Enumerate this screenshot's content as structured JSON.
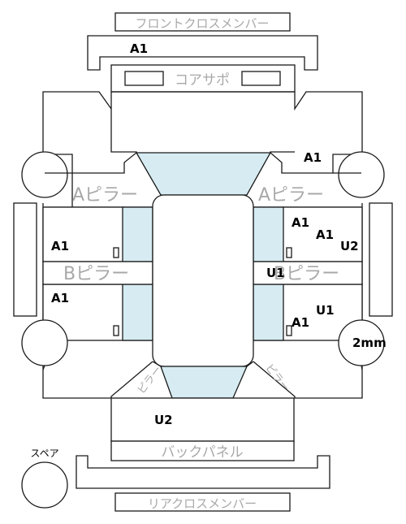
{
  "labels": {
    "front_cross_member": "フロントクロスメンバー",
    "core_support": "コアサポ",
    "a_pillar": "Aピラー",
    "b_pillar": "Bピラー",
    "back_panel": "バックパネル",
    "rear_cross_member": "リアクロスメンバー",
    "spare": "スペア",
    "pillar_c": "ピラー"
  },
  "codes": {
    "front_member": "A1",
    "a_pillar_right": "A1",
    "left_front_door": "A1",
    "left_rear_door": "A1",
    "right_front_door_upper": "A1",
    "right_front_door_mid": "A1",
    "right_front_door_u": "U2",
    "b_pillar_right": "U1",
    "right_rear_u": "U1",
    "right_rear_a": "A1",
    "trunk": "U2",
    "right_rear_wheel": "2mm"
  }
}
